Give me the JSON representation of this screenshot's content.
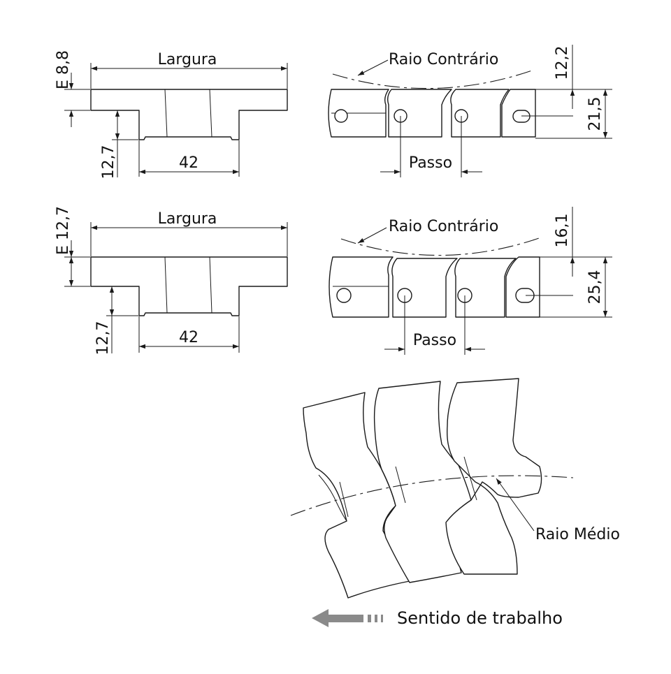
{
  "diagram": {
    "top_row": {
      "front_view": {
        "width_label": "Largura",
        "thickness_label": "E 8,8",
        "height_label": "12,7",
        "base_label": "42"
      },
      "side_view": {
        "radius_label": "Raio Contrário",
        "upper_dim": "12,2",
        "height_dim": "21,5",
        "pitch_label": "Passo"
      }
    },
    "bottom_row": {
      "front_view": {
        "width_label": "Largura",
        "thickness_label": "E 12,7",
        "height_label": "12,7",
        "base_label": "42"
      },
      "side_view": {
        "radius_label": "Raio Contrário",
        "upper_dim": "16,1",
        "height_dim": "25,4",
        "pitch_label": "Passo"
      }
    },
    "plan_view": {
      "radius_label": "Raio Médio",
      "direction_label": "Sentido de trabalho"
    },
    "colors": {
      "line": "#1a1a1a",
      "direction_arrow": "#8a8a8a"
    }
  }
}
